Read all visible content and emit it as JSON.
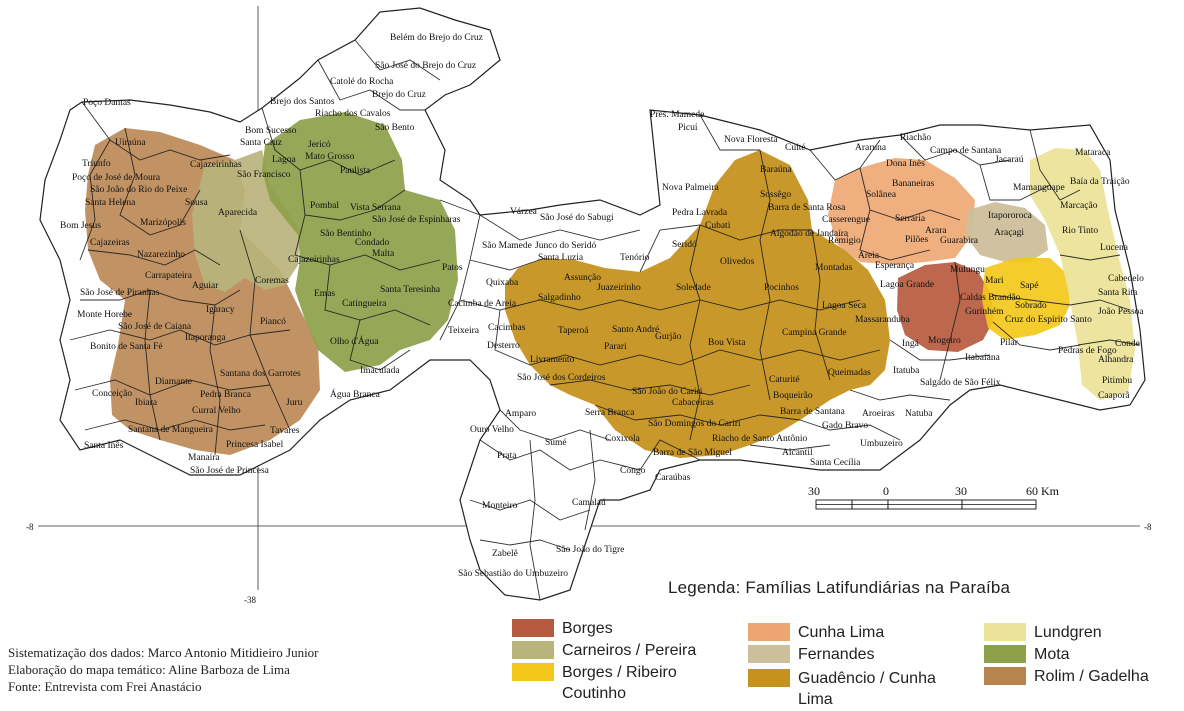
{
  "legend": {
    "title": "Legenda: Famílias Latifundiárias na Paraíba",
    "items": [
      {
        "label": "Borges",
        "color": "#b65a3f"
      },
      {
        "label": "Carneiros / Pereira",
        "color": "#b9b37c"
      },
      {
        "label": "Borges / Ribeiro Coutinho",
        "label_line1": "Borges / Ribeiro",
        "label_line2": "Coutinho",
        "color": "#f3c81a"
      },
      {
        "label": "Cunha Lima",
        "color": "#eda671"
      },
      {
        "label": "Fernandes",
        "color": "#cdbf9b"
      },
      {
        "label": "Guadêncio / Cunha Lima",
        "label_line1": "Guadêncio / Cunha",
        "label_line2": "Lima",
        "color": "#c5921f"
      },
      {
        "label": "Lundgren",
        "color": "#ebe39a"
      },
      {
        "label": "Mota",
        "color": "#8ea04a"
      },
      {
        "label": "Rolim / Gadelha",
        "color": "#b8844e"
      }
    ]
  },
  "credits": {
    "line1": "Sistematização dos dados: Marco Antonio Mitidieiro Junior",
    "line2": "Elaboração do mapa temático: Aline Barboza de Lima",
    "line3": "Fonte: Entrevista com Frei Anastácio"
  },
  "scale_bar": {
    "labels": [
      "30",
      "0",
      "30",
      "60 Km"
    ]
  },
  "axes": {
    "left_lat": "-8",
    "right_lat": "-8",
    "lon": "-38"
  },
  "municipalities": [
    {
      "name": "Belém do Brejo do Cruz"
    },
    {
      "name": "São José do Brejo do Cruz"
    },
    {
      "name": "Catolé do Rocha"
    },
    {
      "name": "Brejo do Cruz"
    },
    {
      "name": "Brejo dos Santos"
    },
    {
      "name": "Riacho dos Cavalos"
    },
    {
      "name": "São Bento"
    },
    {
      "name": "Poço Dantas"
    },
    {
      "name": "Bom Sucesso"
    },
    {
      "name": "Jericó"
    },
    {
      "name": "Mato Grosso"
    },
    {
      "name": "Santa Cruz"
    },
    {
      "name": "Lagoa"
    },
    {
      "name": "Paulista"
    },
    {
      "name": "Uiraúna"
    },
    {
      "name": "Triunfo"
    },
    {
      "name": "Cajazeirinhas"
    },
    {
      "name": "Poço de José de Moura"
    },
    {
      "name": "São João do Rio do Peixe"
    },
    {
      "name": "Santa Helena"
    },
    {
      "name": "Bom Jesus"
    },
    {
      "name": "Sousa"
    },
    {
      "name": "São Francisco"
    },
    {
      "name": "Marizópolis"
    },
    {
      "name": "Aparecida"
    },
    {
      "name": "Pombal"
    },
    {
      "name": "Vista Serrana"
    },
    {
      "name": "São José de Espinharas"
    },
    {
      "name": "Cajazeiras"
    },
    {
      "name": "Nazarezinho"
    },
    {
      "name": "São Bentinho"
    },
    {
      "name": "Condado"
    },
    {
      "name": "Malta"
    },
    {
      "name": "Carrapateira"
    },
    {
      "name": "Cajazeirinhas"
    },
    {
      "name": "Patos"
    },
    {
      "name": "Coremas"
    },
    {
      "name": "São José de Piranhas"
    },
    {
      "name": "Aguiar"
    },
    {
      "name": "Emas"
    },
    {
      "name": "Santa Teresinha"
    },
    {
      "name": "Catingueira"
    },
    {
      "name": "Monte Horebe"
    },
    {
      "name": "Igaracy"
    },
    {
      "name": "São José de Caiana"
    },
    {
      "name": "Piancó"
    },
    {
      "name": "Olho d'Água"
    },
    {
      "name": "Bonito de Santa Fé"
    },
    {
      "name": "Itaporanga"
    },
    {
      "name": "Imaculada"
    },
    {
      "name": "Santana dos Garrotes"
    },
    {
      "name": "Conceição"
    },
    {
      "name": "Diamante"
    },
    {
      "name": "Pedra Branca"
    },
    {
      "name": "Juru"
    },
    {
      "name": "Ibiara"
    },
    {
      "name": "Curral Velho"
    },
    {
      "name": "Água Branca"
    },
    {
      "name": "Santana de Mangueira"
    },
    {
      "name": "Tavares"
    },
    {
      "name": "Santa Inês"
    },
    {
      "name": "Princesa Isabel"
    },
    {
      "name": "Manaíra"
    },
    {
      "name": "São José de Princesa"
    },
    {
      "name": "Pres. Mamede"
    },
    {
      "name": "Picuí"
    },
    {
      "name": "Nova Floresta"
    },
    {
      "name": "Cuité"
    },
    {
      "name": "Baraúna"
    },
    {
      "name": "Nova Palmeira"
    },
    {
      "name": "Sossêgo"
    },
    {
      "name": "Pedra Lavrada"
    },
    {
      "name": "Cubati"
    },
    {
      "name": "Barra de Santa Rosa"
    },
    {
      "name": "Olivedos"
    },
    {
      "name": "Algodão de Jandaíra"
    },
    {
      "name": "Soledade"
    },
    {
      "name": "Pocinhos"
    },
    {
      "name": "Juazeirinho"
    },
    {
      "name": "Salgadinho"
    },
    {
      "name": "Assunção"
    },
    {
      "name": "Taperoá"
    },
    {
      "name": "Santo André"
    },
    {
      "name": "Gurjão"
    },
    {
      "name": "Bou Vista"
    },
    {
      "name": "Campina Grande"
    },
    {
      "name": "Parari"
    },
    {
      "name": "Livramento"
    },
    {
      "name": "São João do Cariri"
    },
    {
      "name": "Caturité"
    },
    {
      "name": "Queimadas"
    },
    {
      "name": "Serra Branca"
    },
    {
      "name": "Cabaceiras"
    },
    {
      "name": "Boqueirão"
    },
    {
      "name": "São Domingos do Cariri"
    },
    {
      "name": "Coxixola"
    },
    {
      "name": "Riacho de Santo Antônio"
    },
    {
      "name": "Barra de São Miguel"
    },
    {
      "name": "Areia"
    },
    {
      "name": "Remígio"
    },
    {
      "name": "Esperança"
    },
    {
      "name": "Lagoa Seca"
    },
    {
      "name": "Massaranduba"
    },
    {
      "name": "Montadas"
    },
    {
      "name": "Lagoa Grande"
    },
    {
      "name": "Serraria"
    },
    {
      "name": "Pilões"
    },
    {
      "name": "Arara"
    },
    {
      "name": "Casserengue"
    },
    {
      "name": "Solânea"
    },
    {
      "name": "Bananeiras"
    },
    {
      "name": "Dona Inês"
    },
    {
      "name": "Araruna"
    },
    {
      "name": "Campo de Santana"
    },
    {
      "name": "Riachão"
    },
    {
      "name": "Jacaraú"
    },
    {
      "name": "Mataraca"
    },
    {
      "name": "Baía da Traição"
    },
    {
      "name": "Marcação"
    },
    {
      "name": "Mamanguape"
    },
    {
      "name": "Rio Tinto"
    },
    {
      "name": "Itapororoca"
    },
    {
      "name": "Araçagi"
    },
    {
      "name": "Guarabira"
    },
    {
      "name": "Mulungu"
    },
    {
      "name": "Mari"
    },
    {
      "name": "Sapé"
    },
    {
      "name": "Sobrado"
    },
    {
      "name": "Cruz do Espírito Santo"
    },
    {
      "name": "Caldas Brandão"
    },
    {
      "name": "Gurinhém"
    },
    {
      "name": "Ingá"
    },
    {
      "name": "Mogeiro"
    },
    {
      "name": "Itabaiana"
    },
    {
      "name": "Pilar"
    },
    {
      "name": "Salgado de São Félix"
    },
    {
      "name": "Itatuba"
    },
    {
      "name": "Lucena"
    },
    {
      "name": "Cabedelo"
    },
    {
      "name": "Santa Rita"
    },
    {
      "name": "João Pessoa"
    },
    {
      "name": "Conde"
    },
    {
      "name": "Alhandra"
    },
    {
      "name": "Pitimbu"
    },
    {
      "name": "Caaporã"
    },
    {
      "name": "Pedras de Fogo"
    },
    {
      "name": "Aroeiras"
    },
    {
      "name": "Natuba"
    },
    {
      "name": "Umbuzeiro"
    },
    {
      "name": "Gado Bravo"
    },
    {
      "name": "Santa Cecília"
    },
    {
      "name": "Barra de Santana"
    },
    {
      "name": "Alcantil"
    },
    {
      "name": "Ouro Velho"
    },
    {
      "name": "Amparo"
    },
    {
      "name": "Prata"
    },
    {
      "name": "Sumé"
    },
    {
      "name": "Congo"
    },
    {
      "name": "Caraúbas"
    },
    {
      "name": "Monteiro"
    },
    {
      "name": "Camalaú"
    },
    {
      "name": "Zabelê"
    },
    {
      "name": "São João do Tigre"
    },
    {
      "name": "São Sebastião do Umbuzeiro"
    },
    {
      "name": "São José do Sabugi"
    },
    {
      "name": "Várzea"
    },
    {
      "name": "São Mamede"
    },
    {
      "name": "Junco do Seridó"
    },
    {
      "name": "Santa Luzia"
    },
    {
      "name": "Tenório"
    },
    {
      "name": "Seridó"
    },
    {
      "name": "Cacimba de Areia"
    },
    {
      "name": "Quixaba"
    },
    {
      "name": "Desterro"
    },
    {
      "name": "Teixeira"
    },
    {
      "name": "Cacimbas"
    },
    {
      "name": "São José dos Cordeiros"
    },
    {
      "name": "Livramento"
    }
  ]
}
